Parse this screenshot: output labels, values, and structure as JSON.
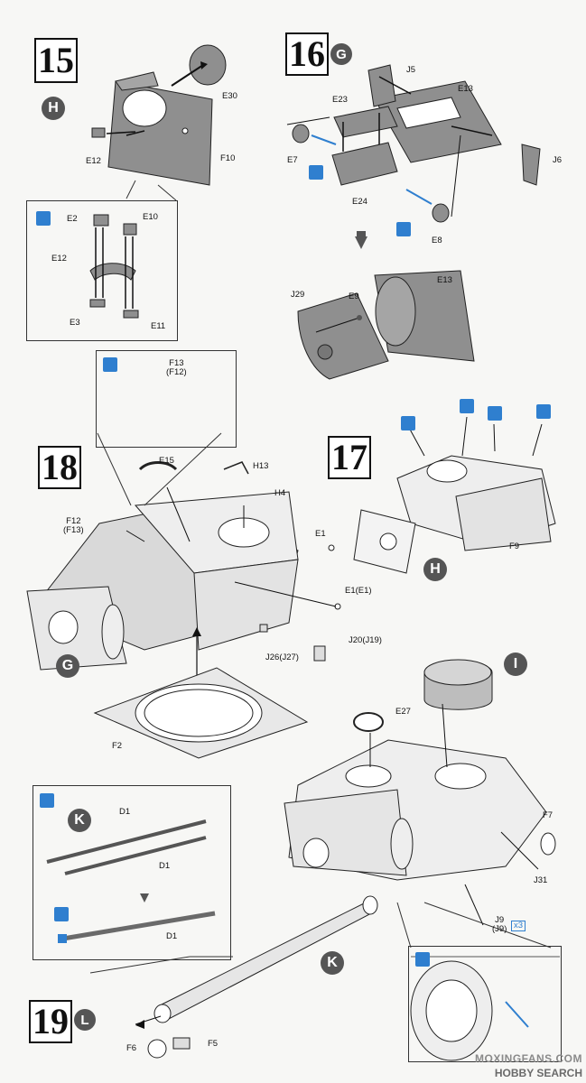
{
  "steps": {
    "s15": "15",
    "s16": "16",
    "s17": "17",
    "s18": "18",
    "s19": "19"
  },
  "markers": {
    "H": "H",
    "G": "G",
    "I": "I",
    "K": "K",
    "L": "L"
  },
  "parts": {
    "e30": "E30",
    "e12a": "E12",
    "f10": "F10",
    "e2": "E2",
    "e10": "E10",
    "e12b": "E12",
    "e3": "E3",
    "e11": "E11",
    "j5": "J5",
    "e13a": "E13",
    "e23": "E23",
    "e7": "E7",
    "j6": "J6",
    "e24": "E24",
    "e8": "E8",
    "j29": "J29",
    "e9": "E9",
    "e13b": "E13",
    "f13_f12": "F13\n(F12)",
    "e15": "E15",
    "h13": "H13",
    "h4": "H4",
    "f12_f13": "F12\n(F13)",
    "e1": "E1",
    "f9": "F9",
    "e1_e1": "E1(E1)",
    "j20_j19": "J20(J19)",
    "j26_j27": "J26(J27)",
    "f2": "F2",
    "e27": "E27",
    "f7": "F7",
    "j31": "J31",
    "j9_j9": "J9\n(J9)",
    "x3": "x3",
    "d1a": "D1",
    "d1b": "D1",
    "d1c": "D1",
    "f6": "F6",
    "f5": "F5"
  },
  "watermark": {
    "site": "MOXINGFANS.COM",
    "site2": "HOBBY SEARCH"
  },
  "colors": {
    "part_grey": "#8f8f8f",
    "accent_blue": "#2f7fcf",
    "marker_grey": "#555555"
  }
}
